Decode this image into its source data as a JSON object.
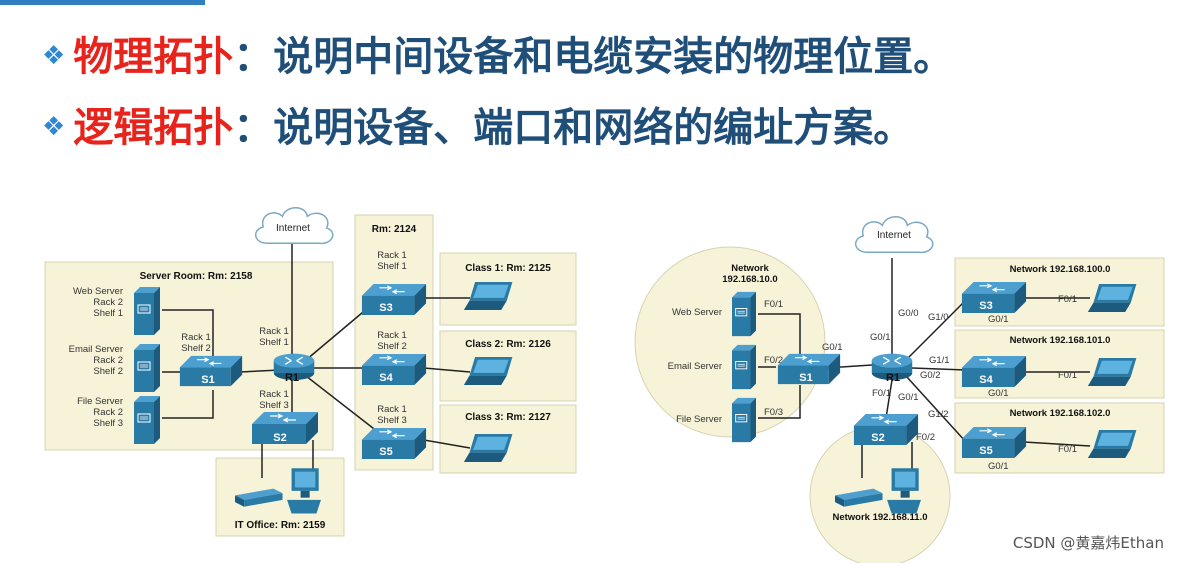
{
  "slide": {
    "line1": {
      "term": "物理拓扑",
      "desc": "：说明中间设备和电缆安装的物理位置。"
    },
    "line2": {
      "term": "逻辑拓扑",
      "desc": "：说明设备、端口和网络的编址方案。"
    },
    "bullet_glyph": "❖"
  },
  "physical": {
    "internet": "Internet",
    "server_room": "Server Room: Rm: 2158",
    "rm_2124": "Rm: 2124",
    "servers": [
      {
        "name": "Web Server",
        "rack": "Rack 2",
        "shelf": "Shelf 1"
      },
      {
        "name": "Email Server",
        "rack": "Rack 2",
        "shelf": "Shelf 2"
      },
      {
        "name": "File Server",
        "rack": "Rack 2",
        "shelf": "Shelf 3"
      }
    ],
    "s1_rack": "Rack 1",
    "s1_shelf": "Shelf 2",
    "s1": "S1",
    "r1_rack": "Rack 1",
    "r1_shelf": "Shelf 1",
    "r1": "R1",
    "s2_rack": "Rack 1",
    "s2_shelf": "Shelf 3",
    "s2": "S2",
    "s3_rack": "Rack 1",
    "s3_shelf": "Shelf 1",
    "s3": "S3",
    "s4_rack": "Rack 1",
    "s4_shelf": "Shelf 2",
    "s4": "S4",
    "s5_rack": "Rack 1",
    "s5_shelf": "Shelf 3",
    "s5": "S5",
    "class1": "Class 1: Rm: 2125",
    "class2": "Class 2: Rm: 2126",
    "class3": "Class 3: Rm: 2127",
    "it_office": "IT Office: Rm: 2159"
  },
  "logical": {
    "internet": "Internet",
    "net10_a": "Network",
    "net10_b": "192.168.10.0",
    "servers": [
      "Web Server",
      "Email Server",
      "File Server"
    ],
    "f01": "F0/1",
    "f02": "F0/2",
    "f03": "F0/3",
    "s1": "S1",
    "s1_g01": "G0/1",
    "r1": "R1",
    "r1_g00": "G0/0",
    "r1_g01": "G0/1",
    "r1_f01": "F0/1",
    "r1_g10": "G1/0",
    "r1_g11": "G1/1",
    "r1_g12": "G1/2",
    "r1_g02": "G0/2",
    "r1_g01b": "G0/1",
    "net100": "Network 192.168.100.0",
    "net101": "Network 192.168.101.0",
    "net102": "Network 192.168.102.0",
    "s3": "S3",
    "s3_g01": "G0/1",
    "s3_f01": "F0/1",
    "s4": "S4",
    "s4_g01": "G0/1",
    "s4_f01": "F0/1",
    "s5": "S5",
    "s5_g01": "G0/1",
    "s5_f01": "F0/1",
    "s2": "S2",
    "s2_f02": "F0/2",
    "net11": "Network 192.168.11.0"
  },
  "credit": "CSDN @黄嘉炜Ethan",
  "colors": {
    "device": "#2a7aa6",
    "device_dark": "#1c5a7e",
    "panel": "#f6f3d8",
    "panel_border": "#d7d3b0",
    "red": "#e8231c",
    "navy": "#1f4e79"
  }
}
